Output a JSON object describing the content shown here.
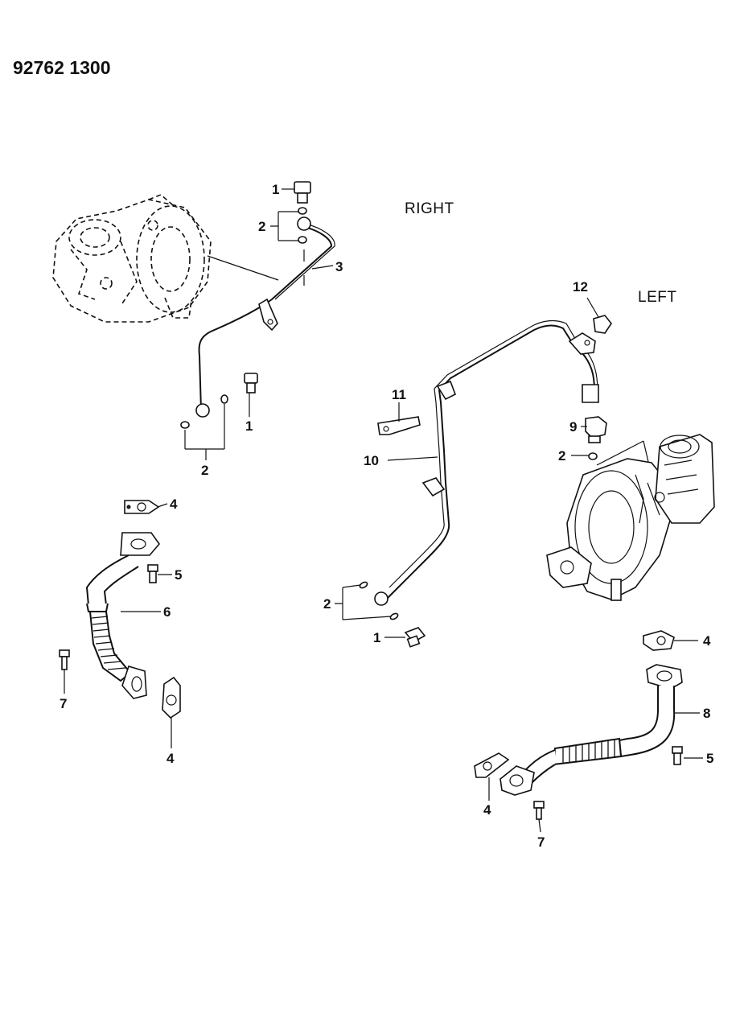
{
  "document_number": "92762 1300",
  "side_labels": {
    "right": "RIGHT",
    "left": "LEFT"
  },
  "callouts": {
    "c1a": "1",
    "c2a": "2",
    "c3": "3",
    "c1b": "1",
    "c2b": "2",
    "c4a": "4",
    "c5a": "5",
    "c6": "6",
    "c7a": "7",
    "c4b": "4",
    "c12": "12",
    "c11": "11",
    "c10": "10",
    "c9": "9",
    "c2c": "2",
    "c2d": "2",
    "c1c": "1",
    "c4c": "4",
    "c8": "8",
    "c5b": "5",
    "c4d": "4",
    "c7b": "7"
  }
}
